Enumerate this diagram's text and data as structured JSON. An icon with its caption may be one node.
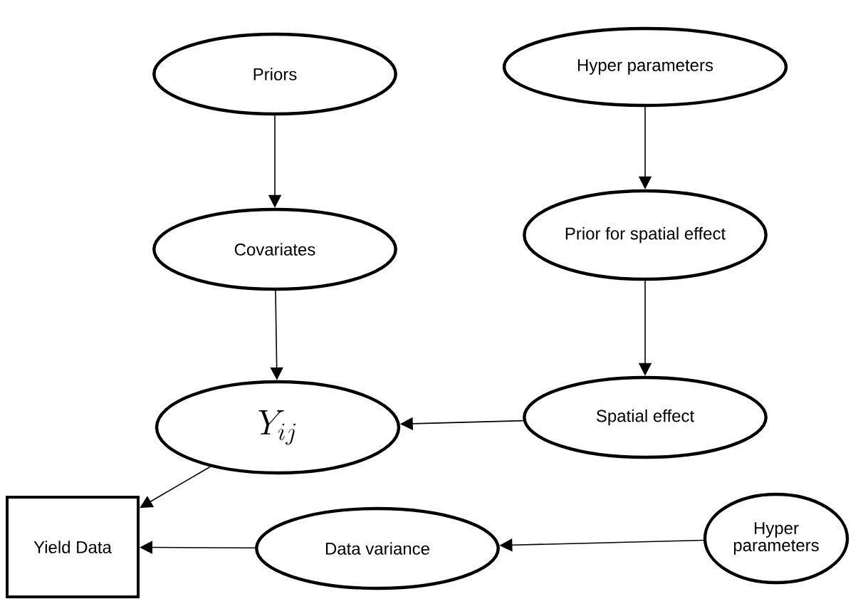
{
  "diagram": {
    "nodes": [
      {
        "text": [
          "Priors"
        ]
      },
      {
        "text": [
          "Hyper parameters"
        ]
      },
      {
        "text": [
          "Covariates"
        ]
      },
      {
        "text": [
          "Prior for spatial effect"
        ]
      },
      {
        "text": [
          "Y_{ij}"
        ]
      },
      {
        "text": [
          "Spatial effect"
        ]
      },
      {
        "text": [
          "Yield Data"
        ]
      },
      {
        "text": [
          "Data variance"
        ]
      },
      {
        "text": [
          "Hyper parameters"
        ]
      }
    ],
    "edges": [
      {
        "from": 0,
        "to": 2,
        "arrow": "to"
      },
      {
        "from": 1,
        "to": 3,
        "arrow": "to"
      },
      {
        "from": 2,
        "to": 4,
        "arrow": "to"
      },
      {
        "from": 3,
        "to": 5,
        "arrow": "to"
      },
      {
        "from": 5,
        "to": 4,
        "arrow": "to"
      },
      {
        "from": 4,
        "to": 6,
        "arrow": "to"
      },
      {
        "from": 7,
        "to": 6,
        "arrow": "to"
      },
      {
        "from": 8,
        "to": 7,
        "arrow": "to"
      }
    ]
  }
}
